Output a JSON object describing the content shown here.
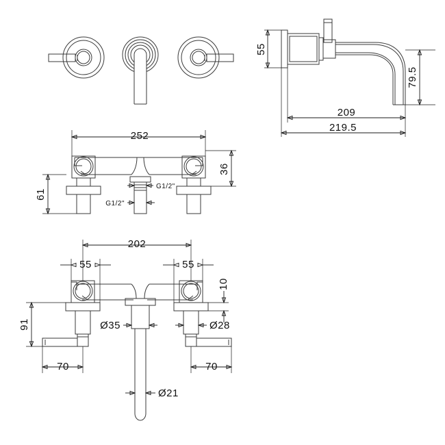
{
  "drawing": {
    "title": "Wall mounted 3-hole basin mixer tap technical drawing",
    "background_color": "#ffffff",
    "line_color": "#3a3a3a",
    "dimension_color": "#1a1a1a",
    "units": "mm"
  },
  "views": {
    "front_top_left": {
      "name": "front-elevation-view",
      "description": "Front view showing left handle, centre spout and right handle"
    },
    "side_top_right": {
      "name": "side-elevation-view",
      "description": "Side view of spout projecting from wall plate"
    },
    "plan_middle": {
      "name": "plan-view-from-above",
      "description": "Top plan view showing valve bodies and inlet connections"
    },
    "plan_bottom": {
      "name": "plan-view-from-below",
      "description": "Underside plan view showing valve spacing, handles and spout"
    }
  },
  "dimensions": {
    "side_view": {
      "plate_height": "55",
      "spout_drop": "79.5",
      "spout_reach": "209",
      "overall_reach": "219.5"
    },
    "plan_middle_view": {
      "overall_width": "252",
      "body_depth": "36",
      "inlet_height": "61",
      "inlet_thread_upper": "G1/2\"",
      "inlet_thread_lower": "G1/2\""
    },
    "plan_bottom_view": {
      "centre_to_centre": "202",
      "left_offset": "55",
      "right_offset": "55",
      "valve_height": "91",
      "shank_clearance": "10",
      "left_handle_length": "70",
      "right_handle_length": "70",
      "spout_flange_dia": "Ø35",
      "valve_flange_dia": "Ø28",
      "spout_tube_dia": "Ø21"
    }
  },
  "labels": [
    {
      "id": "d55",
      "text": "55"
    },
    {
      "id": "d795",
      "text": "79.5"
    },
    {
      "id": "d209",
      "text": "209"
    },
    {
      "id": "d2195",
      "text": "219.5"
    },
    {
      "id": "d252",
      "text": "252"
    },
    {
      "id": "d36",
      "text": "36"
    },
    {
      "id": "d61",
      "text": "61"
    },
    {
      "id": "g12a",
      "text": "G1/2\""
    },
    {
      "id": "g12b",
      "text": "G1/2\""
    },
    {
      "id": "d202",
      "text": "202"
    },
    {
      "id": "d55l",
      "text": "55"
    },
    {
      "id": "d55r",
      "text": "55"
    },
    {
      "id": "d91",
      "text": "91"
    },
    {
      "id": "d10",
      "text": "10"
    },
    {
      "id": "d70l",
      "text": "70"
    },
    {
      "id": "d70r",
      "text": "70"
    },
    {
      "id": "dia35",
      "text": "Ø35"
    },
    {
      "id": "dia28",
      "text": "Ø28"
    },
    {
      "id": "dia21",
      "text": "Ø21"
    }
  ]
}
